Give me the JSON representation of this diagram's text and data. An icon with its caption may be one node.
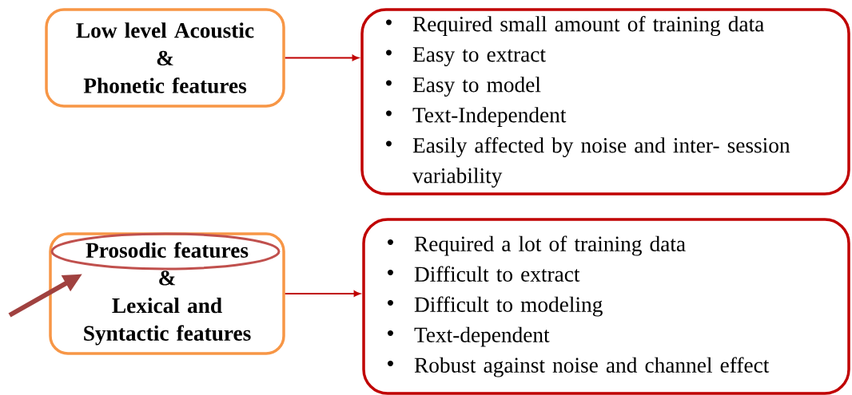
{
  "diagram": {
    "nodes": [
      {
        "text": [
          "Low level Acoustic",
          "&",
          "Phonetic features"
        ]
      },
      {
        "text": [
          "Required small amount of training data",
          "Easy to extract",
          "Easy to model",
          "Text-Independent",
          "Easily affected by noise and inter- session variability"
        ]
      },
      {
        "text": [
          "Prosodic features",
          "&",
          "Lexical and Syntactic features"
        ]
      },
      {
        "text": [
          "Required a lot of training data",
          "Difficult to extract",
          "Difficult to modeling",
          "Text-dependent",
          "Robust against noise and channel effect"
        ]
      }
    ],
    "edges": [
      {
        "from": 0,
        "to": 1,
        "arrow": "to"
      },
      {
        "from": 2,
        "to": 3,
        "arrow": "to"
      },
      {
        "from": null,
        "to": 2,
        "arrow": "to",
        "style": "thick",
        "color": "#a0413f"
      }
    ]
  }
}
